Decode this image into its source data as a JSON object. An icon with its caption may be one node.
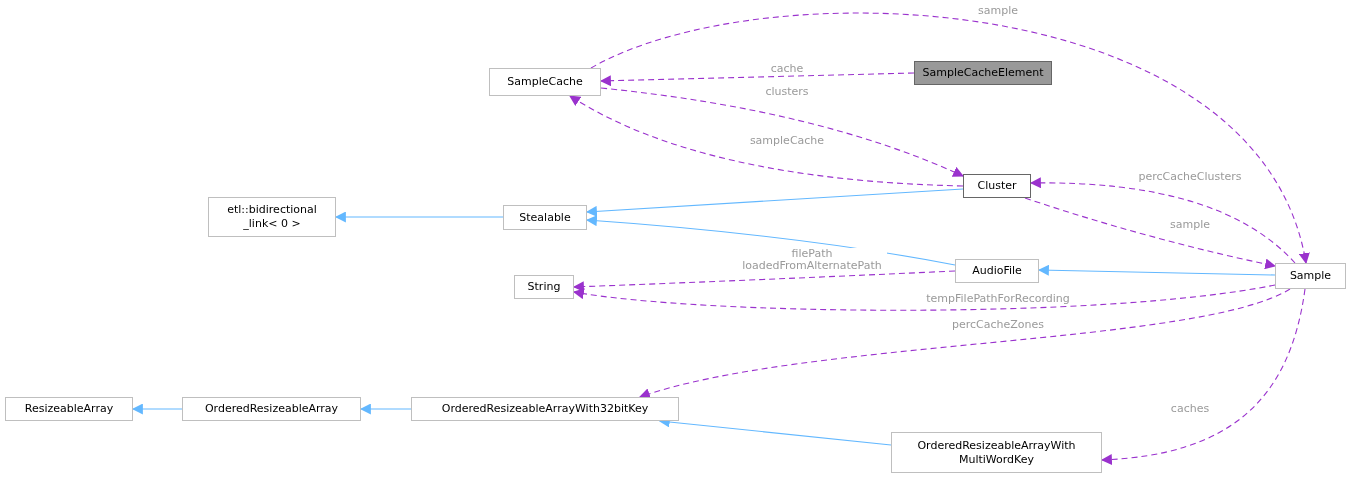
{
  "diagram": {
    "nodes": [
      {
        "text": [
          "SampleCache"
        ]
      },
      {
        "text": [
          "SampleCacheElement"
        ]
      },
      {
        "text": [
          "etl::bidirectional _link< 0 >"
        ]
      },
      {
        "text": [
          "Stealable"
        ]
      },
      {
        "text": [
          "Cluster"
        ]
      },
      {
        "text": [
          "String"
        ]
      },
      {
        "text": [
          "AudioFile"
        ]
      },
      {
        "text": [
          "Sample"
        ]
      },
      {
        "text": [
          "ResizeableArray"
        ]
      },
      {
        "text": [
          "OrderedResizeableArray"
        ]
      },
      {
        "text": [
          "OrderedResizeableArrayWith32bitKey"
        ]
      },
      {
        "text": [
          "OrderedResizeableArrayWith MultiWordKey"
        ]
      }
    ],
    "edges": [
      {
        "from": 0,
        "to": 7,
        "arrow": "to",
        "label": "sample",
        "style": "dashed"
      },
      {
        "from": 1,
        "to": 0,
        "arrow": "to",
        "label": "cache",
        "style": "dashed"
      },
      {
        "from": 0,
        "to": 4,
        "arrow": "to",
        "label": "clusters",
        "style": "dashed"
      },
      {
        "from": 4,
        "to": 0,
        "arrow": "to",
        "label": "sampleCache",
        "style": "dashed"
      },
      {
        "from": 3,
        "to": 2,
        "arrow": "to",
        "color": "#63b8ff"
      },
      {
        "from": 4,
        "to": 3,
        "arrow": "to",
        "color": "#63b8ff"
      },
      {
        "from": 6,
        "to": 3,
        "arrow": "to",
        "color": "#63b8ff"
      },
      {
        "from": 7,
        "to": 4,
        "arrow": "to",
        "label": "percCacheClusters",
        "style": "dashed"
      },
      {
        "from": 4,
        "to": 7,
        "arrow": "to",
        "label": "sample",
        "style": "dashed"
      },
      {
        "from": 6,
        "to": 5,
        "arrow": "to",
        "label": "filePath loadedFromAlternatePath",
        "style": "dashed"
      },
      {
        "from": 7,
        "to": 6,
        "arrow": "to",
        "color": "#63b8ff"
      },
      {
        "from": 7,
        "to": 5,
        "arrow": "to",
        "label": "tempFilePathForRecording",
        "style": "dashed"
      },
      {
        "from": 7,
        "to": 10,
        "arrow": "to",
        "label": "percCacheZones",
        "style": "dashed"
      },
      {
        "from": 7,
        "to": 11,
        "arrow": "to",
        "label": "caches",
        "style": "dashed"
      },
      {
        "from": 9,
        "to": 8,
        "arrow": "to",
        "color": "#63b8ff"
      },
      {
        "from": 10,
        "to": 9,
        "arrow": "to",
        "color": "#63b8ff"
      },
      {
        "from": 11,
        "to": 10,
        "arrow": "to",
        "color": "#63b8ff"
      }
    ]
  }
}
